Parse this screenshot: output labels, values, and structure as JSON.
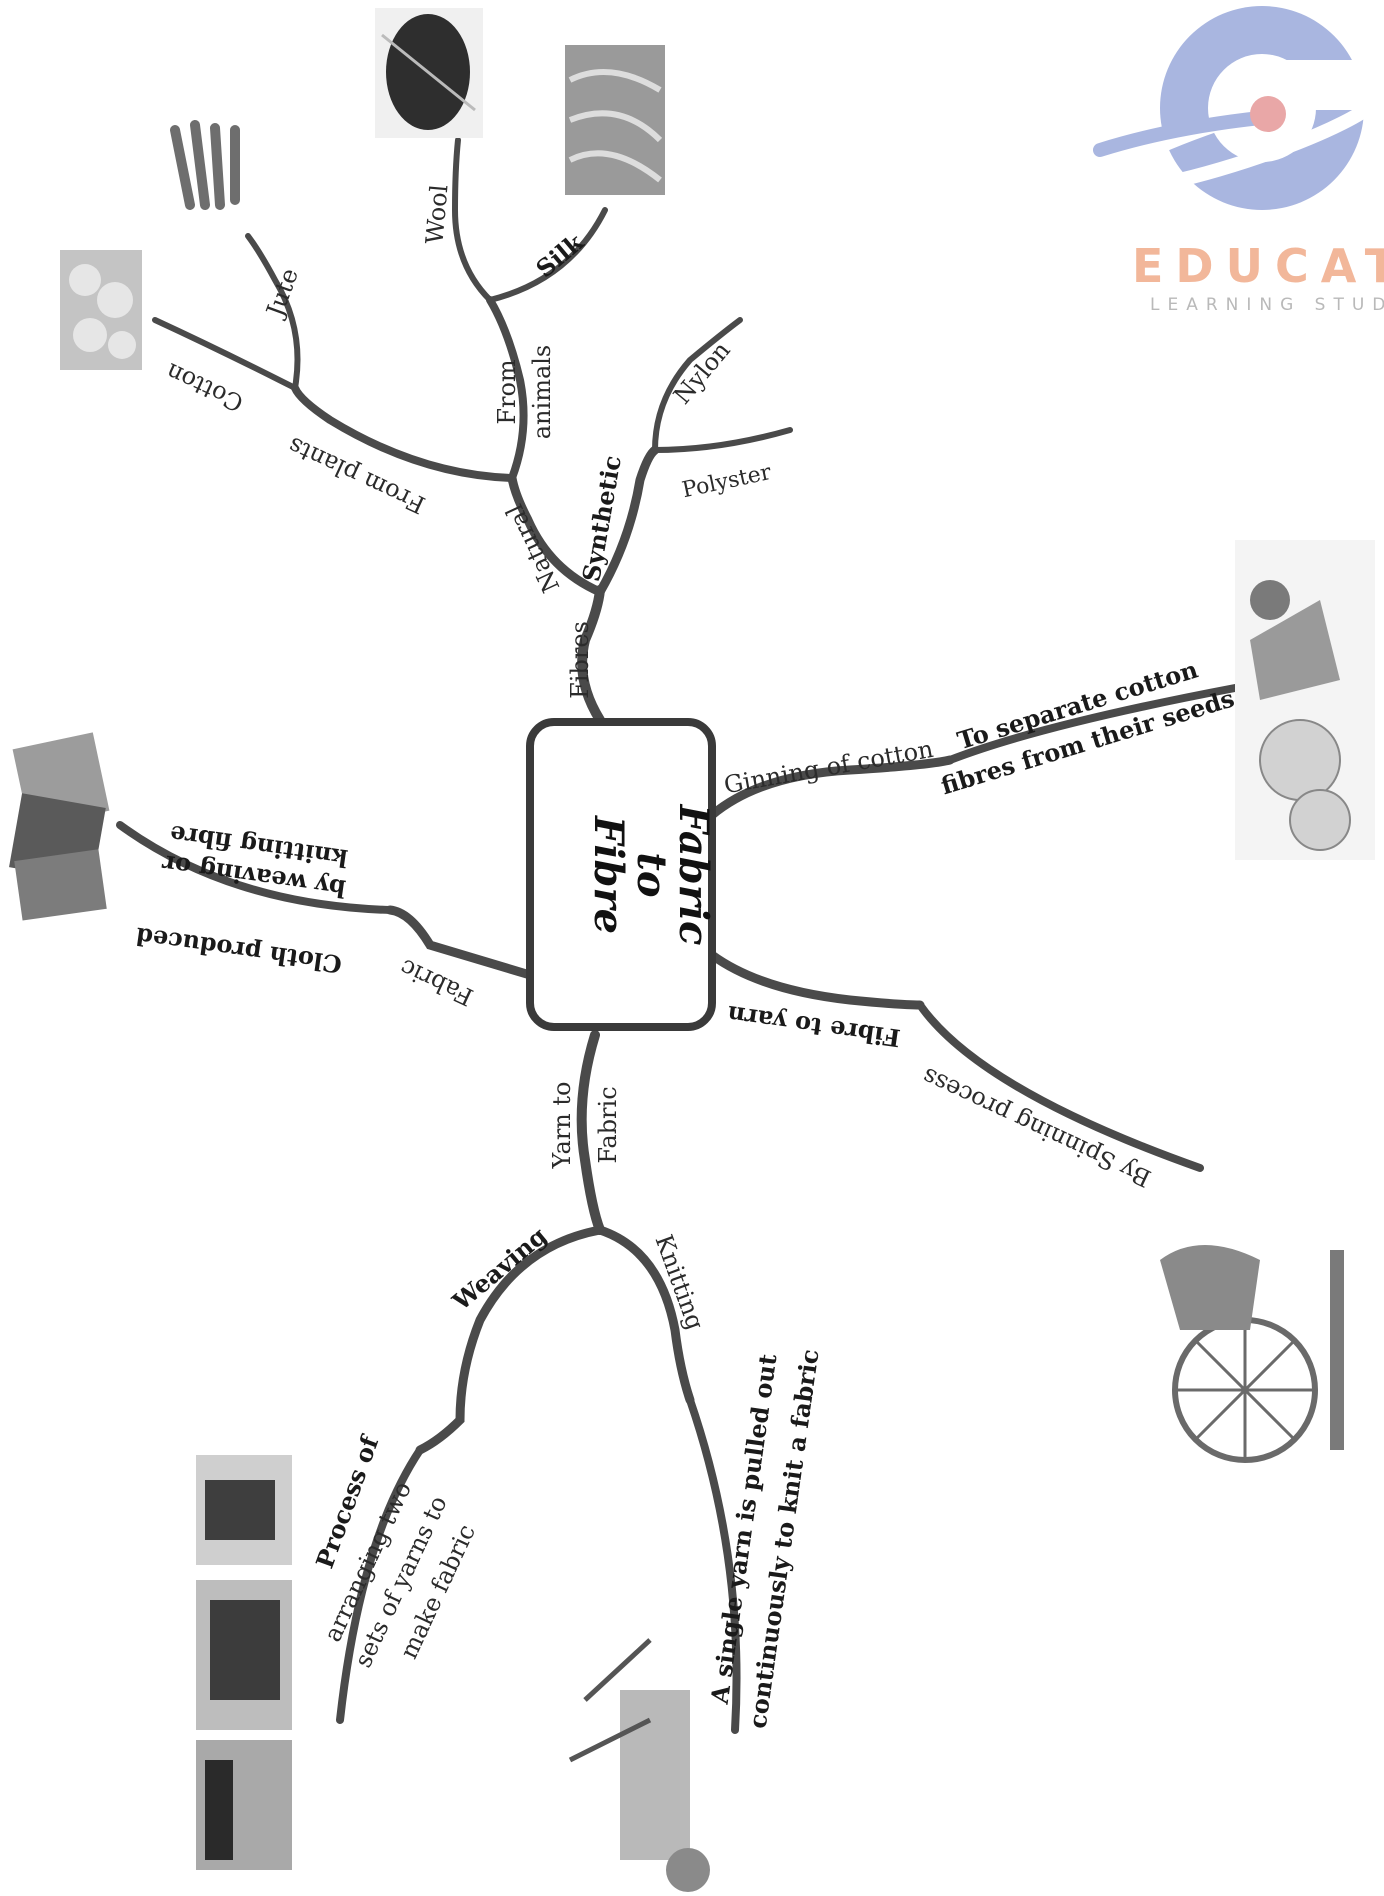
{
  "logo": {
    "name": "EDUCATO",
    "tagline": "LEARNING STUDIO",
    "colors": {
      "ring": "#a9b6e0",
      "text": "#f2b79a",
      "dot": "#e9a7a7"
    }
  },
  "center": {
    "line1": "Fibre",
    "line2": "to",
    "line3": "Fabric"
  },
  "branches": {
    "fibres": "Fibres",
    "natural": "Natural",
    "synthetic": "Synthetic",
    "from_plants": "From plants",
    "from_animals_1": "From",
    "from_animals_2": "animals",
    "cotton": "Cotton",
    "jute": "Jute",
    "wool": "Wool",
    "silk": "Silk",
    "nylon": "Nylon",
    "polyster": "Polyster",
    "ginning": "Ginning of cotton",
    "ginning_desc_1": "To separate cotton",
    "ginning_desc_2": "fibres from their seeds",
    "fibre_to_yarn": "Fibre to yarn",
    "spinning": "By Spinning process",
    "fabric": "Fabric",
    "fabric_desc_1": "Cloth produced",
    "fabric_desc_2": "by weaving or",
    "fabric_desc_3": "knitting fibre",
    "yarn_to_fabric_1": "Yarn to",
    "yarn_to_fabric_2": "Fabric",
    "weaving": "Weaving",
    "knitting": "Knitting",
    "weaving_desc_1": "Process of",
    "weaving_desc_2": "arranging two",
    "weaving_desc_3": "sets of yarns to",
    "weaving_desc_4": "make fabric",
    "knitting_desc_1": "A single yarn is pulled out",
    "knitting_desc_2": "continuously to knit a fabric"
  },
  "colors": {
    "branch": "#4a4a4a",
    "photo_dark": "#3c3c3c",
    "photo_mid": "#8a8a8a",
    "photo_light": "#c9c9c9"
  }
}
